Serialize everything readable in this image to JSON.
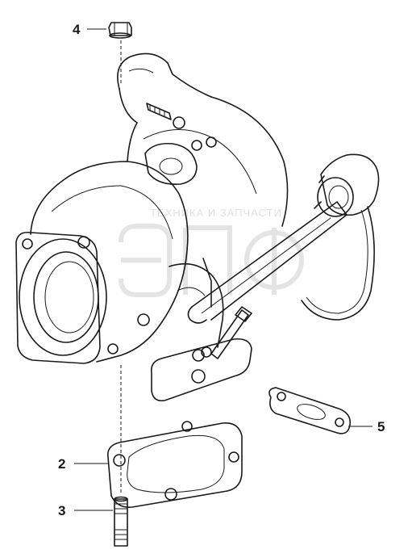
{
  "callouts": [
    {
      "id": "4",
      "label": "4"
    },
    {
      "id": "2",
      "label": "2"
    },
    {
      "id": "3",
      "label": "3"
    },
    {
      "id": "5",
      "label": "5"
    }
  ],
  "watermark": {
    "text": "ТЕХНИКА И ЗАПЧАСТИ",
    "logo_text": "ЭПФ"
  }
}
